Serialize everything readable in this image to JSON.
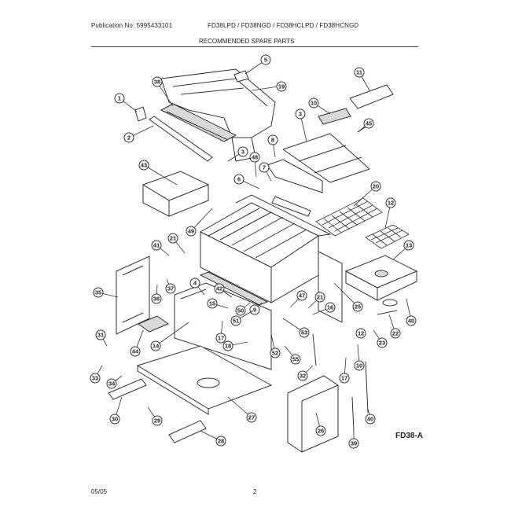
{
  "header": {
    "publication": "Publication No: 5995433101",
    "models": "FD38LPD / FD38NGD / FD38HCLPD / FD38HCNGD",
    "title": "RECOMMENDED SPARE PARTS"
  },
  "figure_id": "FD38-A",
  "footer": {
    "date": "05/05",
    "page": "2"
  },
  "callouts": [
    "5",
    "19",
    "11",
    "38",
    "1",
    "10",
    "3",
    "45",
    "2",
    "8",
    "3",
    "48",
    "7",
    "43",
    "6",
    "20",
    "12",
    "49",
    "41",
    "21",
    "13",
    "35",
    "37",
    "36",
    "4",
    "42",
    "47",
    "21",
    "16",
    "25",
    "15",
    "50",
    "40",
    "9",
    "51",
    "22",
    "17",
    "53",
    "23",
    "44",
    "14",
    "18",
    "31",
    "12",
    "10",
    "52",
    "55",
    "33",
    "34",
    "17",
    "32",
    "30",
    "29",
    "27",
    "28",
    "26",
    "40",
    "39"
  ]
}
